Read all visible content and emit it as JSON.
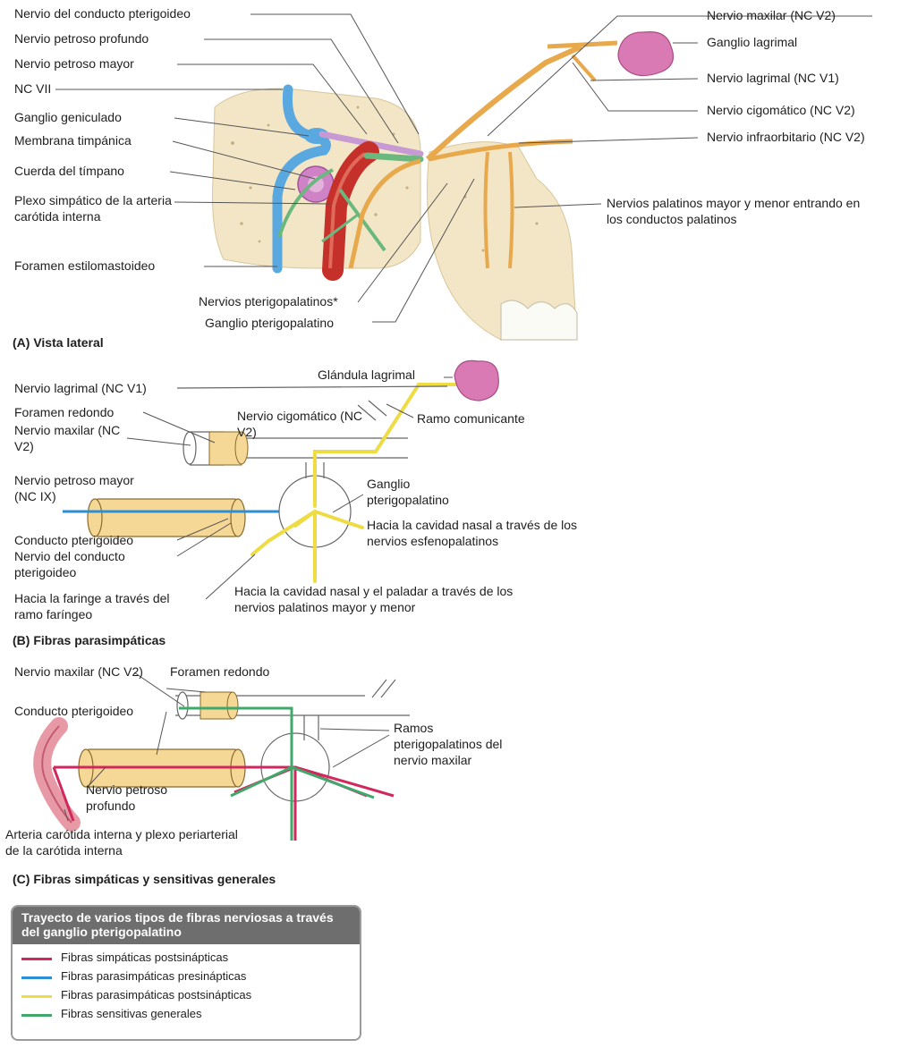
{
  "colors": {
    "sympathetic_post": "#d0285c",
    "parasympathetic_pre": "#2c8fd6",
    "parasympathetic_post": "#eedc45",
    "general_sensory": "#3fa86a",
    "nerve_trunk": "#e8a84c",
    "bone": "#f3e6c6",
    "canal": "#f6d896",
    "gland": "#d97ab4",
    "artery": "#c6302a"
  },
  "panelA": {
    "section_title": "(A) Vista lateral",
    "left_labels": [
      "Nervio del conducto pterigoideo",
      "Nervio petroso profundo",
      "Nervio petroso mayor",
      "NC VII",
      "Ganglio geniculado",
      "Membrana timpánica",
      "Cuerda del tímpano",
      "Plexo simpático de la arteria carótida interna",
      "Foramen estilomastoideo"
    ],
    "right_labels": [
      "Nervio maxilar (NC V2)",
      "Ganglio lagrimal",
      "Nervio lagrimal (NC V1)",
      "Nervio cigomático (NC V2)",
      "Nervio infraorbitario (NC V2)",
      "Nervios palatinos mayor y menor entrando en los conductos palatinos"
    ],
    "bottom_labels": [
      "Nervios pterigopalatinos*",
      "Ganglio pterigopalatino"
    ]
  },
  "panelB": {
    "section_title": "(B) Fibras parasimpáticas",
    "labels": {
      "lacrimal_gland": "Glándula lagrimal",
      "lacrimal_nerve": "Nervio lagrimal (NC V1)",
      "foramen": "Foramen redondo",
      "maxillary": "Nervio maxilar (NC V2)",
      "zygomatic": "Nervio cigomático (NC V2)",
      "communicating": "Ramo comunicante",
      "petrosal": "Nervio petroso mayor (NC IX)",
      "ganglion": "Ganglio pterigopalatino",
      "nasal": "Hacia la cavidad nasal a través de los nervios esfenopalatinos",
      "canal": "Conducto pterigoideo",
      "canal_nerve": "Nervio del conducto pterigoideo",
      "pharynx": "Hacia la faringe a través del ramo faríngeo",
      "palate": "Hacia la cavidad nasal y el paladar a través de los nervios palatinos mayor y menor"
    }
  },
  "panelC": {
    "section_title": "(C) Fibras simpáticas y sensitivas generales",
    "labels": {
      "maxillary": "Nervio maxilar (NC V2)",
      "foramen": "Foramen redondo",
      "canal": "Conducto pterigoideo",
      "branches": "Ramos pterigopalatinos del nervio maxilar",
      "deep_petrosal": "Nervio petroso profundo",
      "artery": "Arteria carótida interna y plexo periarterial de la carótida interna"
    }
  },
  "legend": {
    "title": "Trayecto de varios tipos de fibras nerviosas a través del ganglio pterigopalatino",
    "items": [
      {
        "label": "Fibras simpáticas postsinápticas",
        "color": "#d0285c"
      },
      {
        "label": "Fibras parasimpáticas presinápticas",
        "color": "#2c8fd6"
      },
      {
        "label": "Fibras parasimpáticas postsinápticas",
        "color": "#eedc45"
      },
      {
        "label": "Fibras sensitivas generales",
        "color": "#3fa86a"
      }
    ]
  }
}
